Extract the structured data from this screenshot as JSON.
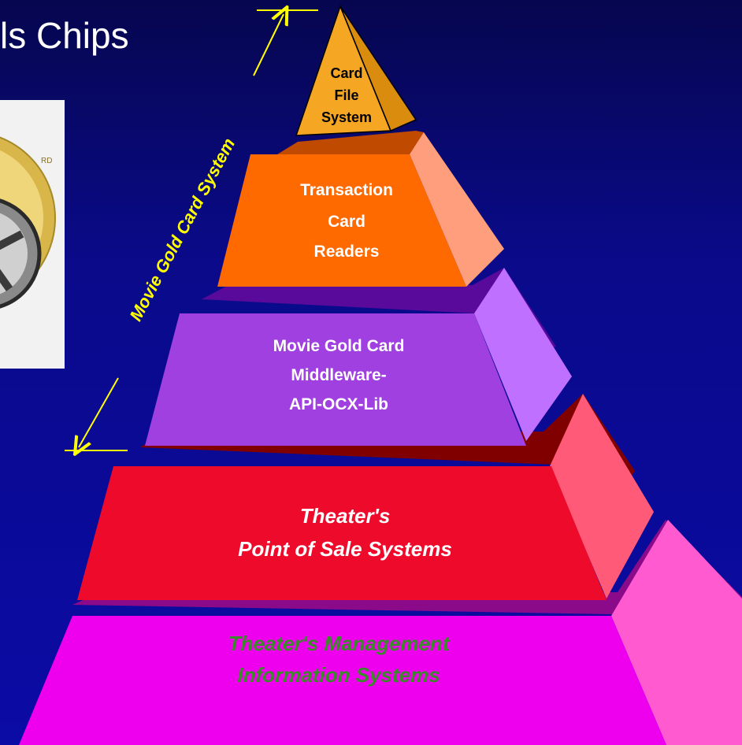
{
  "slide": {
    "title_fragment": "ls Chips",
    "bracket_label": "Movie Gold Card System"
  },
  "pyramid_layers": [
    {
      "lines": [
        "Card",
        "File",
        "System"
      ],
      "style": "bold",
      "text_color": "#000000",
      "front_color": "#f5a623",
      "side_color": "#d98c0e"
    },
    {
      "lines": [
        "Transaction",
        "Card",
        "Readers"
      ],
      "style": "bold",
      "text_color": "#ffffff",
      "front_color": "#ff6a00",
      "side_color": "#ff9e7c"
    },
    {
      "lines": [
        "Movie Gold Card",
        "Middleware-",
        "API-OCX-Lib"
      ],
      "style": "bold",
      "text_color": "#ffffff",
      "front_color": "#a040e0",
      "side_color": "#c070ff"
    },
    {
      "lines": [
        "Theater's",
        "Point of Sale  Systems"
      ],
      "style": "bold-italic",
      "text_color": "#ffffff",
      "front_color": "#ee0a2a",
      "side_color": "#ff5a78"
    },
    {
      "lines": [
        "Theater's Management",
        "Information Systems"
      ],
      "style": "bold-italic",
      "text_color": "#3a8a2a",
      "front_color": "#ee00ee",
      "side_color": "#ff5ad0"
    }
  ],
  "colors": {
    "background": "#0a0a8a",
    "bracket": "#ffff00",
    "top_ledge": "#c04a00",
    "mid_ledge": "#5a0a9a",
    "red_ledge": "#800000",
    "bottom_ledge": "#8a0a8a"
  }
}
